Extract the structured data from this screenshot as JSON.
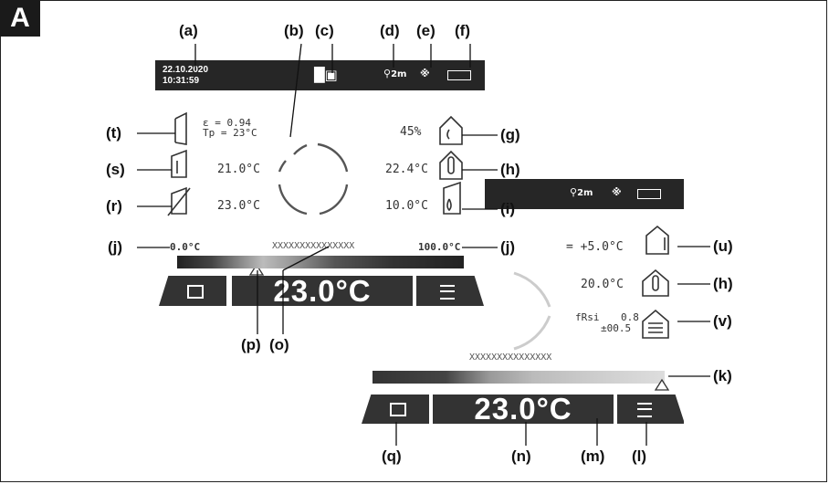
{
  "figure_letter": "A",
  "callouts": {
    "a": "(a)",
    "b": "(b)",
    "c": "(c)",
    "d": "(d)",
    "e": "(e)",
    "f": "(f)",
    "g": "(g)",
    "h": "(h)",
    "h2": "(h)",
    "i": "(i)",
    "j": "(j)",
    "j2": "(j)",
    "k": "(k)",
    "l": "(l)",
    "m": "(m)",
    "n": "(n)",
    "o": "(o)",
    "p": "(p)",
    "q": "(q)",
    "r": "(r)",
    "s": "(s)",
    "t": "(t)",
    "u": "(u)",
    "v": "(v)"
  },
  "screen_a": {
    "date": "22.10.2020",
    "time": "10:31:59",
    "zoom": "2m",
    "emissivity": "ε = 0.94",
    "reflected_temp": "Tp = 23°C",
    "humidity": "45%",
    "surface_temp": "21.0°C",
    "ambient_temp": "22.4°C",
    "mean_temp": "23.0°C",
    "dew_point": "10.0°C",
    "scale_min": "0.0°C",
    "scale_max": "100.0°C",
    "hint": "XXXXXXXXXXXXXXX",
    "reading": "23.0°C"
  },
  "screen_b": {
    "zoom": "2m",
    "delta_temp": "= +5.0°C",
    "ambient_temp": "20.0°C",
    "frsi_label": "fRsi",
    "frsi_value": "0.8",
    "frsi_tol": "±00.5",
    "hint": "XXXXXXXXXXXXXXX",
    "reading": "23.0°C"
  }
}
